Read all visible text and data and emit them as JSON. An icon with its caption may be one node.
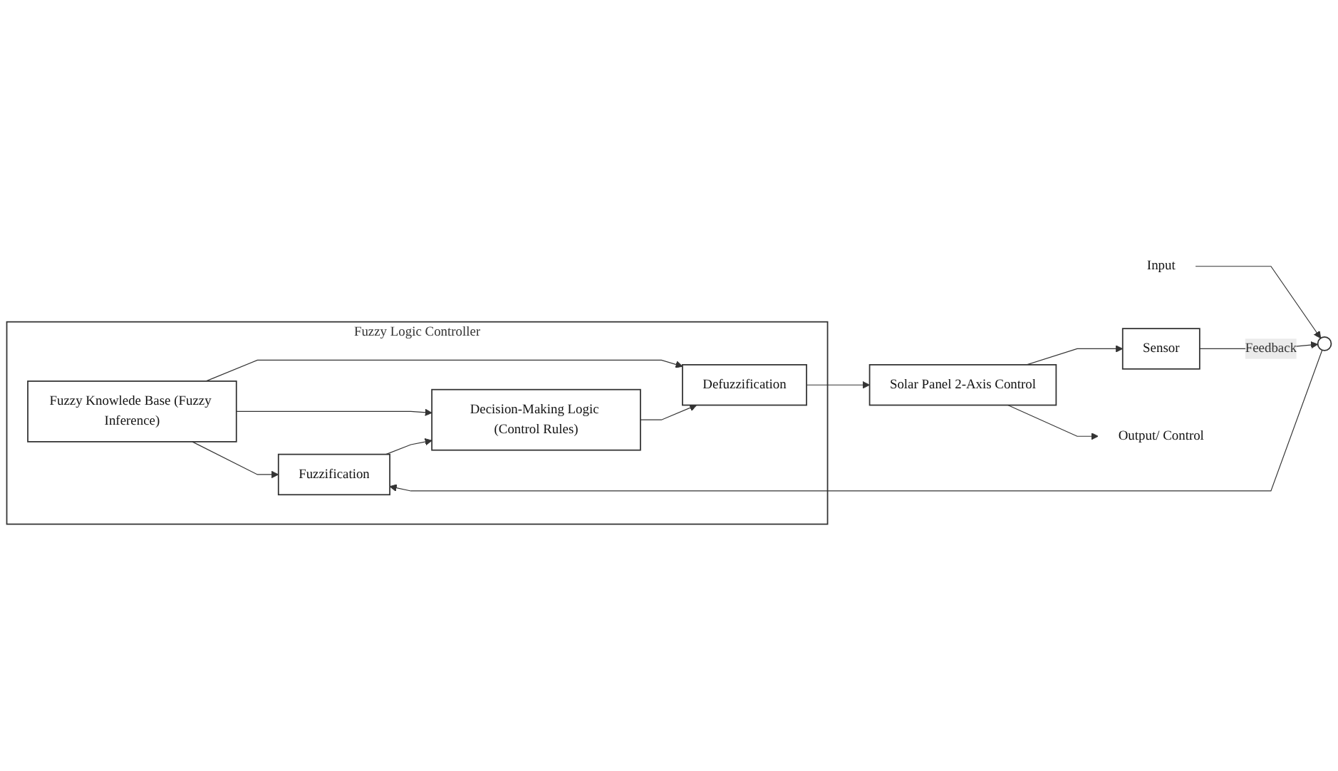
{
  "diagram": {
    "nodes": [
      {
        "text": [
          "Fuzzy Logic Controller"
        ]
      },
      {
        "text": [
          "Fuzzy Knowlede Base (Fuzzy Inference)"
        ],
        "in": 0
      },
      {
        "text": [
          "Fuzzification"
        ],
        "in": 0
      },
      {
        "text": [
          "Defuzzification"
        ],
        "in": 0
      },
      {
        "text": [
          "Decision-Making Logic (Control Rules)"
        ],
        "in": 0
      },
      {
        "text": [
          "Solar Panel 2-Axis Control"
        ]
      },
      {
        "text": [
          "Sensor"
        ]
      },
      {
        "text": [],
        "shape": "circle"
      },
      {
        "text": [
          "Input"
        ]
      },
      {
        "text": [
          "Output/ Control"
        ]
      }
    ],
    "edges": [
      {
        "from": 8,
        "to": 7,
        "arrow": "to"
      },
      {
        "from": 7,
        "to": 2,
        "arrow": "to"
      },
      {
        "from": 1,
        "to": 2,
        "arrow": "to"
      },
      {
        "from": 1,
        "to": 4,
        "arrow": "to"
      },
      {
        "from": 1,
        "to": 3,
        "arrow": "to"
      },
      {
        "from": 2,
        "to": 4,
        "arrow": "to"
      },
      {
        "from": 4,
        "to": 3,
        "arrow": "to"
      },
      {
        "from": 3,
        "to": 5,
        "arrow": "to"
      },
      {
        "from": 5,
        "to": 9,
        "arrow": "to"
      },
      {
        "from": 5,
        "to": 6,
        "arrow": "to"
      },
      {
        "from": 6,
        "to": 7,
        "label": "Feedback",
        "arrow": "to"
      }
    ]
  }
}
